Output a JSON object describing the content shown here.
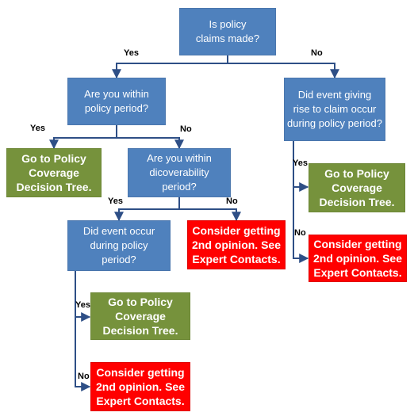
{
  "nodes": {
    "policy_claims": "Is policy\nclaims made?",
    "within_policy_period": "Are you within\npolicy period?",
    "event_rise_claim": "Did event giving\nrise to  claim occur\nduring policy period?",
    "goto_tree_1": "Go to Policy\nCoverage\nDecision Tree.",
    "within_discoverability": "Are you within\ndicoverability\nperiod?",
    "goto_tree_2": "Go to Policy\nCoverage\nDecision Tree.",
    "event_occur": "Did event occur\nduring policy\nperiod?",
    "second_opinion_1": "Consider getting\n2nd opinion. See\nExpert Contacts.",
    "second_opinion_2": "Consider getting\n2nd opinion. See\nExpert Contacts.",
    "goto_tree_3": "Go to Policy\nCoverage\nDecision Tree.",
    "second_opinion_3": "Consider getting\n2nd opinion. See\nExpert Contacts."
  },
  "labels": {
    "root_yes": "Yes",
    "root_no": "No",
    "within_yes": "Yes",
    "within_no": "No",
    "rise_yes": "Yes",
    "rise_no": "No",
    "disc_yes": "Yes",
    "disc_no": "No",
    "occur_yes": "Yes",
    "occur_no": "No"
  },
  "colors": {
    "question": "#4f81bd",
    "goto_tree": "#76923c",
    "second_opinion": "#ff0000",
    "connector": "#2e4f86"
  }
}
